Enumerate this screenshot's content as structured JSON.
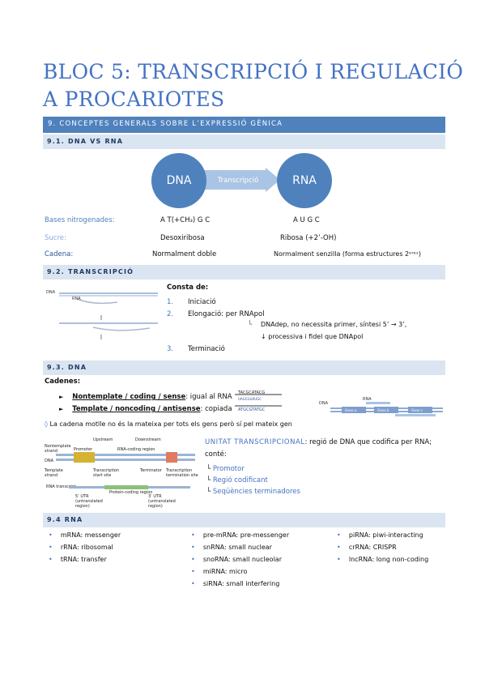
{
  "title": "BLOC 5: TRANSCRIPCIÓ I REGULACIÓ A PROCARIOTES",
  "section": "9. CONCEPTES GENERALS SOBRE L’EXPRESSIÓ GÈNICA",
  "sub91": {
    "heading": "9.1. DNA VS RNA",
    "dna": "DNA",
    "rna": "RNA",
    "arrow": "Transcripció",
    "rows": [
      {
        "label": "Bases nitrogenades:",
        "dna": "A T(+CH₃) G C",
        "rna": "A U G C"
      },
      {
        "label": "Sucre:",
        "dna": "Desoxiribosa",
        "rna": "Ribosa (+2’-OH)"
      },
      {
        "label": "Cadena:",
        "dna": "Normalment doble",
        "rna": "Normalment senzilla (forma estructures 2ᵉʳᵉˢ)"
      }
    ]
  },
  "sub92": {
    "heading": "9.2. TRANSCRIPCIÓ",
    "consta": "Consta de:",
    "steps": [
      {
        "n": "1.",
        "t": "Iniciació"
      },
      {
        "n": "2.",
        "t": "Elongació: per RNApol"
      },
      {
        "n": "3.",
        "t": "Terminació"
      }
    ],
    "note1": "DNAdep, no necessita primer, síntesi 5’ → 3’,",
    "note2": "↓ processiva i fidel que DNApol",
    "fig_dna": "DNA",
    "fig_rna": "RNA"
  },
  "sub93": {
    "heading": "9.3. DNA",
    "cadenes": "Cadenes:",
    "b1_u": "Nontemplate / coding / sense",
    "b1_r": ": igual al RNA",
    "b2_u": "Template / noncoding / antisense",
    "b2_r": ": copiada",
    "note": "La cadena motlle no és la mateixa per tots els gens però sí pel mateix gen",
    "fig_dna": "DNA",
    "fig_rna": "RNA",
    "genes": [
      "Gene a",
      "Gene b",
      "Gene c"
    ],
    "utitle": "UNITAT TRANSCRIPCIONAL",
    "utext": ": regió de DNA que codifica per RNA;",
    "conte": "conté:",
    "items": [
      "Promotor",
      "Regió codificant",
      "Seqüències terminadores"
    ],
    "diagram": {
      "upstream": "Upstream",
      "downstream": "Downstream",
      "nontemplate": "Nontemplate strand",
      "promoter": "Promoter",
      "rna_coding": "RNA-coding region",
      "dna": "DNA",
      "template": "Template strand",
      "start": "Transcription start site",
      "terminator": "Terminator",
      "termsite": "Transcription termination site",
      "transcript": "RNA transcript",
      "utr5": "5’ UTR (untranslated region)",
      "protein": "Protein-coding region",
      "utr3": "3’ UTR (untranslated region)"
    }
  },
  "sub94": {
    "heading": "9.4 RNA",
    "col1": [
      "mRNA: messenger",
      "rRNA: ribosomal",
      "tRNA: transfer"
    ],
    "col2": [
      "pre-mRNA: pre-messenger",
      "snRNA: small nuclear",
      "snoRNA: small nucleolar",
      "miRNA: micro",
      "siRNA: small interfering"
    ],
    "col3": [
      "piRNA: piwi-interacting",
      "crRNA: CRISPR",
      "lncRNA: long non-coding"
    ]
  }
}
